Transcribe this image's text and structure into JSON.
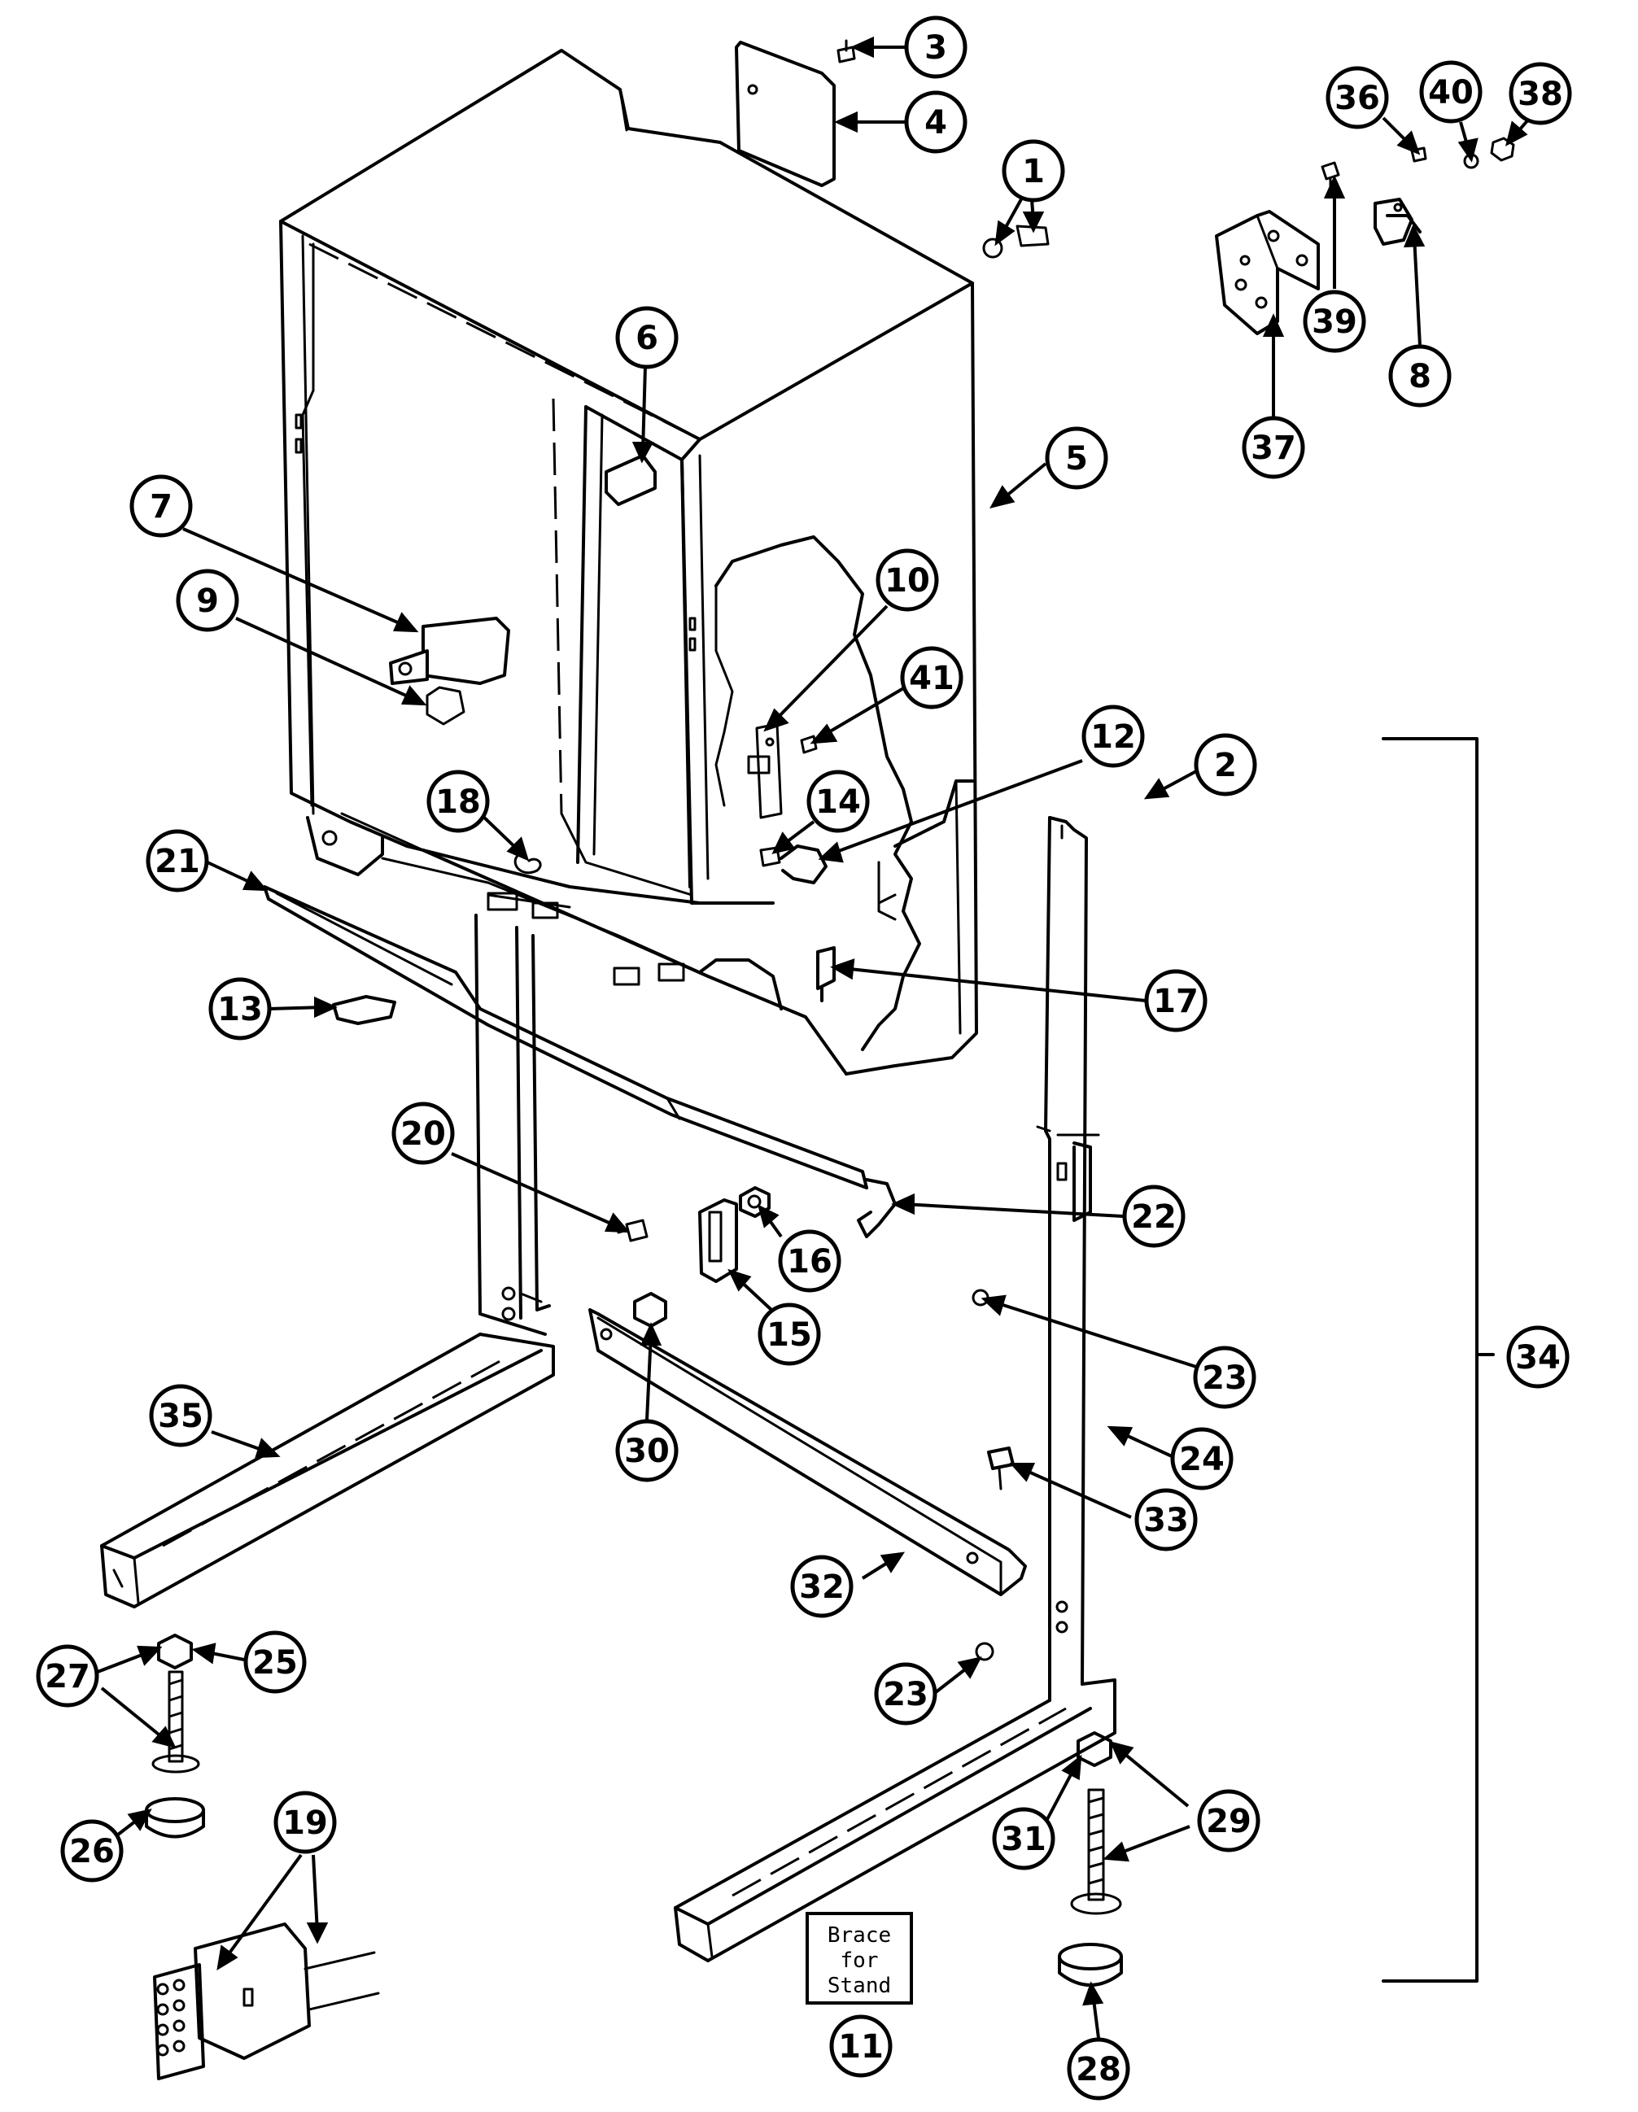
{
  "callouts": [
    {
      "id": "1",
      "label": "1"
    },
    {
      "id": "2",
      "label": "2"
    },
    {
      "id": "3",
      "label": "3"
    },
    {
      "id": "4",
      "label": "4"
    },
    {
      "id": "5",
      "label": "5"
    },
    {
      "id": "6",
      "label": "6"
    },
    {
      "id": "7",
      "label": "7"
    },
    {
      "id": "8",
      "label": "8"
    },
    {
      "id": "9",
      "label": "9"
    },
    {
      "id": "10",
      "label": "10"
    },
    {
      "id": "11",
      "label": "11"
    },
    {
      "id": "12",
      "label": "12"
    },
    {
      "id": "13",
      "label": "13"
    },
    {
      "id": "14",
      "label": "14"
    },
    {
      "id": "15",
      "label": "15"
    },
    {
      "id": "16",
      "label": "16"
    },
    {
      "id": "17",
      "label": "17"
    },
    {
      "id": "18",
      "label": "18"
    },
    {
      "id": "19",
      "label": "19"
    },
    {
      "id": "20",
      "label": "20"
    },
    {
      "id": "21",
      "label": "21"
    },
    {
      "id": "22",
      "label": "22"
    },
    {
      "id": "23a",
      "label": "23"
    },
    {
      "id": "23b",
      "label": "23"
    },
    {
      "id": "24",
      "label": "24"
    },
    {
      "id": "25",
      "label": "25"
    },
    {
      "id": "26",
      "label": "26"
    },
    {
      "id": "27",
      "label": "27"
    },
    {
      "id": "28",
      "label": "28"
    },
    {
      "id": "29",
      "label": "29"
    },
    {
      "id": "30",
      "label": "30"
    },
    {
      "id": "31",
      "label": "31"
    },
    {
      "id": "32",
      "label": "32"
    },
    {
      "id": "33",
      "label": "33"
    },
    {
      "id": "34",
      "label": "34"
    },
    {
      "id": "35",
      "label": "35"
    },
    {
      "id": "36",
      "label": "36"
    },
    {
      "id": "37",
      "label": "37"
    },
    {
      "id": "38",
      "label": "38"
    },
    {
      "id": "39",
      "label": "39"
    },
    {
      "id": "40",
      "label": "40"
    },
    {
      "id": "41",
      "label": "41"
    }
  ],
  "brace_box": {
    "line1": "Brace",
    "line2": "for",
    "line3": "Stand"
  }
}
